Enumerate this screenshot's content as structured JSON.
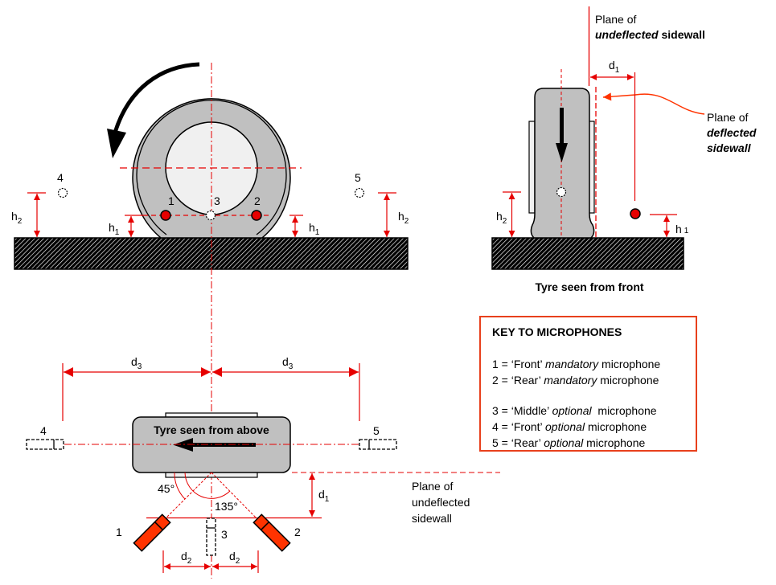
{
  "colors": {
    "dimension_red": "#e60000",
    "microphone_red": "#ff3300",
    "tyre_grey": "#c0c0c0",
    "rim_light": "#f0f0f0",
    "key_border": "#e8401c"
  },
  "side_view": {
    "microphone_labels": [
      "1",
      "2",
      "3",
      "4",
      "5"
    ],
    "dimension_labels": {
      "h1": "h",
      "h1_sub": "1",
      "h2": "h",
      "h2_sub": "2"
    },
    "rotation_icon": "counter-clockwise-arrow-icon"
  },
  "front_view": {
    "caption": "Tyre seen from front",
    "undeflected_label_line1": "Plane of",
    "undeflected_label_italic": "undeflected",
    "undeflected_label_rest": " sidewall",
    "deflected_label_line1": "Plane of",
    "deflected_label_line2": "deflected",
    "deflected_label_line3": "sidewall",
    "d1": "d",
    "d1_sub": "1",
    "h1": "h",
    "h1_sub": "1",
    "h2": "h",
    "h2_sub": "2",
    "load_icon": "down-arrow-icon"
  },
  "top_view": {
    "caption": "Tyre seen from above",
    "microphone_labels": [
      "1",
      "2",
      "3",
      "4",
      "5"
    ],
    "angle_45": "45°",
    "angle_135": "135°",
    "d1": "d",
    "d1_sub": "1",
    "d2": "d",
    "d2_sub": "2",
    "d3": "d",
    "d3_sub": "3",
    "plane_label": [
      "Plane of",
      "undeflected",
      "sidewall"
    ],
    "direction_icon": "left-arrow-icon"
  },
  "key": {
    "title": "KEY TO MICROPHONES",
    "items": [
      {
        "prefix": "1 = ‘Front’ ",
        "italic": "mandatory",
        "suffix": " microphone"
      },
      {
        "prefix": "2 = ‘Rear’ ",
        "italic": "mandatory",
        "suffix": " microphone"
      },
      {
        "prefix": "3 = ‘Middle’ ",
        "italic": "optional",
        "suffix": "  microphone"
      },
      {
        "prefix": "4 = ‘Front’ ",
        "italic": "optional",
        "suffix": " microphone"
      },
      {
        "prefix": "5 = ‘Rear’ ",
        "italic": "optional",
        "suffix": " microphone"
      }
    ]
  }
}
